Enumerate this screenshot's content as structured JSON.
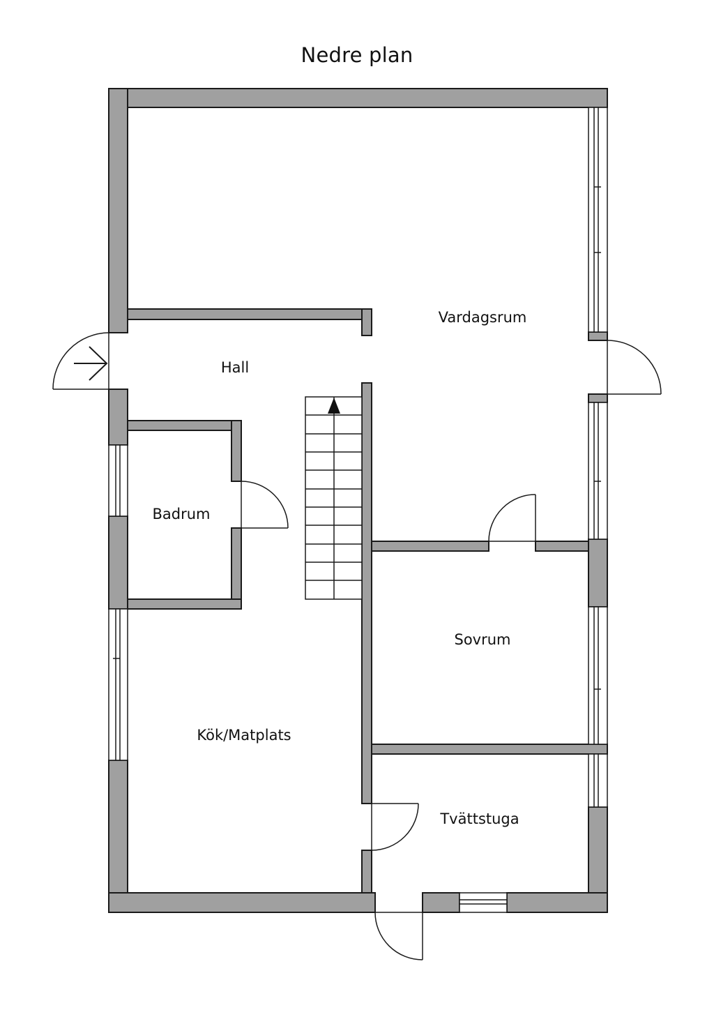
{
  "title": "Nedre plan",
  "rooms": {
    "vardagsrum": "Vardagsrum",
    "hall": "Hall",
    "badrum": "Badrum",
    "sovrum": "Sovrum",
    "kok": "Kök/Matplats",
    "tvattstuga": "Tvättstuga"
  }
}
